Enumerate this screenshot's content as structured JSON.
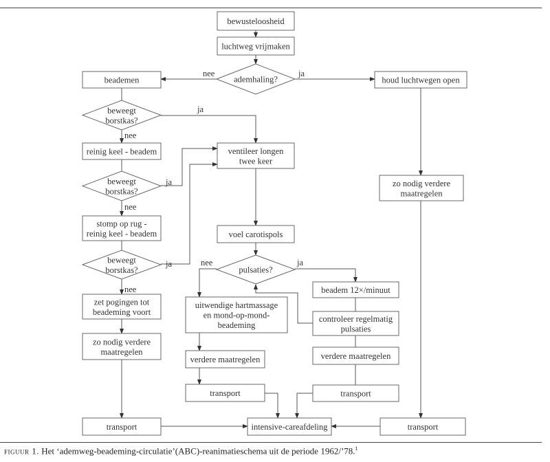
{
  "nodes": [
    {
      "id": "bewusteloosheid",
      "shape": "box",
      "lines": [
        "bewusteloosheid"
      ]
    },
    {
      "id": "luchtweg",
      "shape": "box",
      "lines": [
        "luchtweg vrijmaken"
      ]
    },
    {
      "id": "ademhaling",
      "shape": "diamond",
      "lines": [
        "ademhaling?"
      ]
    },
    {
      "id": "beademen",
      "shape": "box",
      "lines": [
        "beademen"
      ]
    },
    {
      "id": "houd",
      "shape": "box",
      "lines": [
        "houd luchtwegen open"
      ]
    },
    {
      "id": "borstkas1",
      "shape": "diamond",
      "lines": [
        "beweegt",
        "borstkas?"
      ]
    },
    {
      "id": "reinig",
      "shape": "box",
      "lines": [
        "reinig keel - beadem"
      ]
    },
    {
      "id": "ventileer",
      "shape": "box",
      "lines": [
        "ventileer longen",
        "twee keer"
      ]
    },
    {
      "id": "borstkas2",
      "shape": "diamond",
      "lines": [
        "beweegt",
        "borstkas?"
      ]
    },
    {
      "id": "zonodig_r",
      "shape": "box",
      "lines": [
        "zo nodig verdere",
        "maatregelen"
      ]
    },
    {
      "id": "stomp",
      "shape": "box",
      "lines": [
        "stomp op rug -",
        "reinig keel - beadem"
      ]
    },
    {
      "id": "voel",
      "shape": "box",
      "lines": [
        "voel carotispols"
      ]
    },
    {
      "id": "borstkas3",
      "shape": "diamond",
      "lines": [
        "beweegt",
        "borstkas?"
      ]
    },
    {
      "id": "pulsaties",
      "shape": "diamond",
      "lines": [
        "pulsaties?"
      ]
    },
    {
      "id": "beadem12",
      "shape": "box",
      "lines": [
        "beadem 12×/minuut"
      ]
    },
    {
      "id": "zet",
      "shape": "box",
      "lines": [
        "zet pogingen tot",
        "beademing voort"
      ]
    },
    {
      "id": "uitwendige",
      "shape": "box",
      "lines": [
        "uitwendige hartmassage",
        "en mond-op-mond-",
        "beademing"
      ]
    },
    {
      "id": "controleer",
      "shape": "box",
      "lines": [
        "controleer regelmatig",
        "pulsaties"
      ]
    },
    {
      "id": "zonodig_l",
      "shape": "box",
      "lines": [
        "zo nodig verdere",
        "maatregelen"
      ]
    },
    {
      "id": "verdere_m",
      "shape": "box",
      "lines": [
        "verdere maatregelen"
      ]
    },
    {
      "id": "verdere_r",
      "shape": "box",
      "lines": [
        "verdere maatregelen"
      ]
    },
    {
      "id": "transport_m",
      "shape": "box",
      "lines": [
        "transport"
      ]
    },
    {
      "id": "transport_r",
      "shape": "box",
      "lines": [
        "transport"
      ]
    },
    {
      "id": "transport_l",
      "shape": "box",
      "lines": [
        "transport"
      ]
    },
    {
      "id": "intensive",
      "shape": "box",
      "lines": [
        "intensive-careafdeling"
      ]
    },
    {
      "id": "transport_fr",
      "shape": "box",
      "lines": [
        "transport"
      ]
    }
  ],
  "edge_labels": [
    {
      "id": "adem_nee",
      "text": "nee"
    },
    {
      "id": "adem_ja",
      "text": "ja"
    },
    {
      "id": "b1_ja",
      "text": "ja"
    },
    {
      "id": "b1_nee",
      "text": "nee"
    },
    {
      "id": "b2_ja",
      "text": "ja"
    },
    {
      "id": "b2_nee",
      "text": "nee"
    },
    {
      "id": "b3_ja",
      "text": "ja"
    },
    {
      "id": "b3_nee",
      "text": "nee"
    },
    {
      "id": "puls_nee",
      "text": "nee"
    },
    {
      "id": "puls_ja",
      "text": "ja"
    }
  ],
  "caption": {
    "label": "figuur 1.",
    "text": " Het ‘ademweg-beademing-circulatie’(ABC)-reanimatieschema uit de periode 1962/’78.",
    "footnote": "1"
  }
}
